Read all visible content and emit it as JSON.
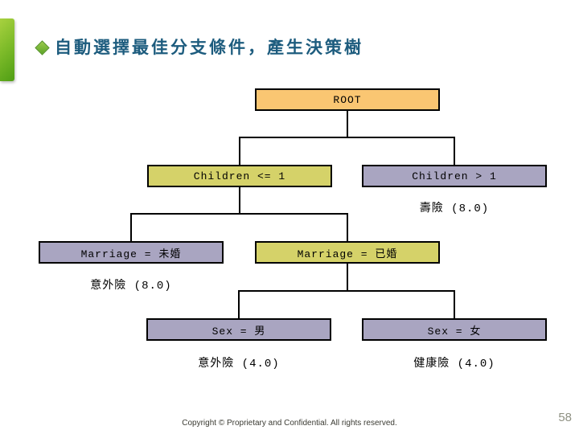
{
  "slide": {
    "title": "自動選擇最佳分支條件，產生決策樹",
    "footer": "Copyright © Proprietary and Confidential. All rights reserved.",
    "page_number": "58"
  },
  "icons": {
    "bullet": "diamond-icon"
  },
  "colors": {
    "title_text": "#1d5c7e",
    "accent_bar_green_top": "#a8d13f",
    "accent_bar_green_bottom": "#4f9e14",
    "node_root_fill": "#fac672",
    "node_yellow_fill": "#d5d269",
    "node_purple_fill": "#a9a5c1",
    "node_border": "#000000",
    "connector": "#000000",
    "page_number_text": "#8f9183"
  },
  "tree": {
    "nodes": [
      {
        "name": "root",
        "label": "ROOT",
        "fill": "#fac672",
        "parent": null
      },
      {
        "name": "children-le-1",
        "label": "Children <= 1",
        "fill": "#d5d269",
        "parent": "ROOT"
      },
      {
        "name": "children-gt-1",
        "label": "Children > 1",
        "fill": "#a9a5c1",
        "parent": "ROOT"
      },
      {
        "name": "marriage-unmarried",
        "label": "Marriage = 未婚",
        "fill": "#a9a5c1",
        "parent": "Children <= 1"
      },
      {
        "name": "marriage-married",
        "label": "Marriage = 已婚",
        "fill": "#d5d269",
        "parent": "Children <= 1"
      },
      {
        "name": "sex-male",
        "label": "Sex = 男",
        "fill": "#a9a5c1",
        "parent": "Marriage = 已婚"
      },
      {
        "name": "sex-female",
        "label": "Sex = 女",
        "fill": "#a9a5c1",
        "parent": "Marriage = 已婚"
      }
    ],
    "leaves": [
      {
        "name": "leaf-life-insurance",
        "label": "壽險 (8.0)",
        "parent": "Children > 1"
      },
      {
        "name": "leaf-accident-insurance-8",
        "label": "意外險 (8.0)",
        "parent": "Marriage = 未婚"
      },
      {
        "name": "leaf-accident-insurance-4",
        "label": "意外險 (4.0)",
        "parent": "Sex = 男"
      },
      {
        "name": "leaf-health-insurance",
        "label": "健康險 (4.0)",
        "parent": "Sex = 女"
      }
    ]
  }
}
